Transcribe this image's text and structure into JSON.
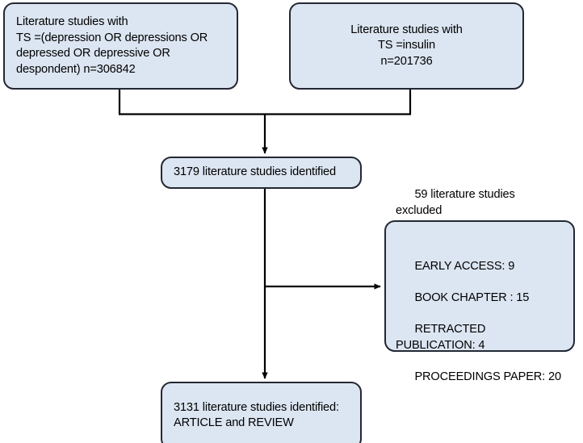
{
  "diagram": {
    "title": "Literature selection flow diagram",
    "type": "flowchart",
    "palette": {
      "node_fill": "#dce6f2",
      "node_border": "#232833",
      "edge_color": "#000000",
      "text_color": "#000000",
      "background": "#ffffff"
    },
    "nodes": {
      "search_depression": {
        "text": "Literature studies with\nTS =(depression OR depressions OR\ndepressed OR depressive OR\ndespondent) n=306842",
        "align": "left"
      },
      "search_insulin": {
        "text": "Literature studies with\nTS =insulin\nn=201736",
        "align": "center"
      },
      "identified": {
        "text": "3179 literature studies identified",
        "align": "left"
      },
      "excluded": {
        "heading": "59 literature studies excluded",
        "reasons": [
          "EARLY ACCESS: 9",
          "BOOK CHAPTER : 15",
          "RETRACTED PUBLICATION: 4",
          "PROCEEDINGS PAPER: 20"
        ],
        "align": "left"
      },
      "final": {
        "text": "3131 literature studies identified:\nARTICLE and REVIEW",
        "align": "left"
      }
    },
    "edges": [
      {
        "name": "depression-to-merge",
        "from": "search_depression",
        "to": "identified"
      },
      {
        "name": "insulin-to-merge",
        "from": "search_insulin",
        "to": "identified"
      },
      {
        "name": "merge-to-identified",
        "from": "merge-junction",
        "to": "identified",
        "arrow": true
      },
      {
        "name": "identified-to-excluded",
        "from": "identified",
        "to": "excluded",
        "arrow": true
      },
      {
        "name": "identified-to-final",
        "from": "identified",
        "to": "final",
        "arrow": true
      }
    ]
  }
}
